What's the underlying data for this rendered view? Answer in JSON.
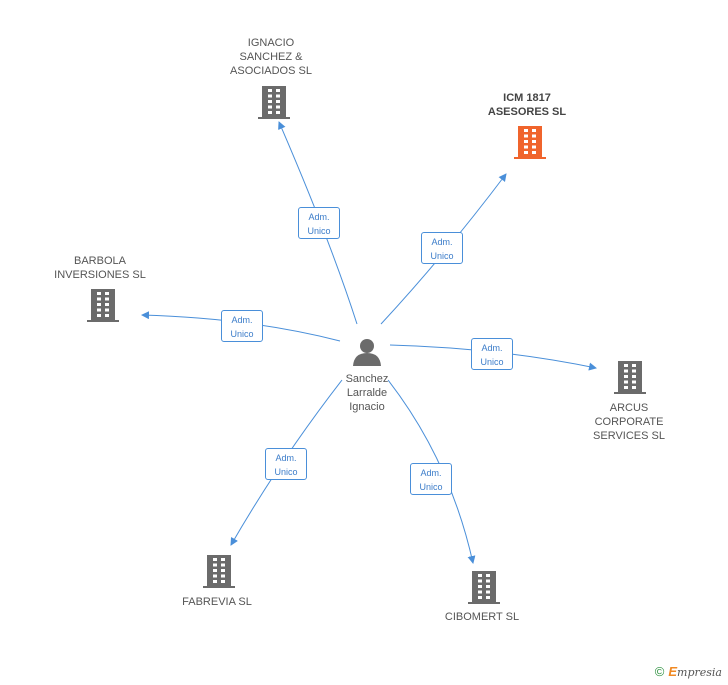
{
  "person": {
    "name": "Sanchez\nLarralde\nIgnacio"
  },
  "companies": [
    {
      "id": "ignacio",
      "label": "IGNACIO\nSANCHEZ &\nASOCIADOS  SL",
      "highlight": false
    },
    {
      "id": "icm",
      "label": "ICM 1817\nASESORES  SL",
      "highlight": true
    },
    {
      "id": "barbola",
      "label": "BARBOLA\nINVERSIONES SL",
      "highlight": false
    },
    {
      "id": "arcus",
      "label": "ARCUS\nCORPORATE\nSERVICES  SL",
      "highlight": false
    },
    {
      "id": "fabrevia",
      "label": "FABREVIA  SL",
      "highlight": false
    },
    {
      "id": "cibomert",
      "label": "CIBOMERT SL",
      "highlight": false
    }
  ],
  "edges": [
    {
      "label": "Adm.\nUnico"
    },
    {
      "label": "Adm.\nUnico"
    },
    {
      "label": "Adm.\nUnico"
    },
    {
      "label": "Adm.\nUnico"
    },
    {
      "label": "Adm.\nUnico"
    },
    {
      "label": "Adm.\nUnico"
    }
  ],
  "footer": {
    "copyright": "©",
    "brand_e": "E",
    "brand_rest": "mpresia"
  },
  "colors": {
    "edge": "#4a8fd9",
    "building": "#6b6b6b",
    "building_highlight": "#f0642c",
    "person": "#6b6b6b"
  }
}
